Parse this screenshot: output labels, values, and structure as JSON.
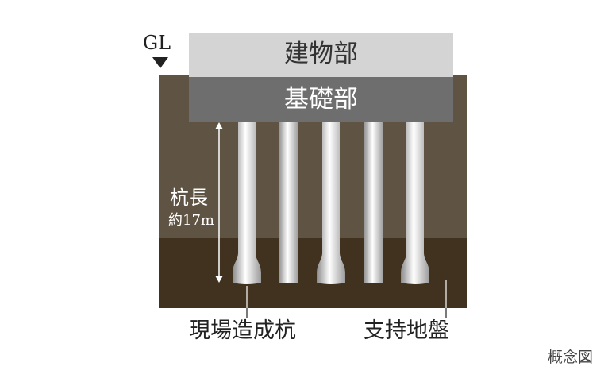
{
  "ground_level": "GL",
  "building": "建物部",
  "foundation": "基礎部",
  "pile_length_label": "杭長",
  "pile_length_value": "約17m",
  "pile_label": "現場造成杭",
  "bearing_label": "支持地盤",
  "caption": "概念図",
  "colors": {
    "building": "#d4d4d4",
    "foundation": "#6e6e6e",
    "soil": "#5f5443",
    "bearing": "#41311f"
  }
}
